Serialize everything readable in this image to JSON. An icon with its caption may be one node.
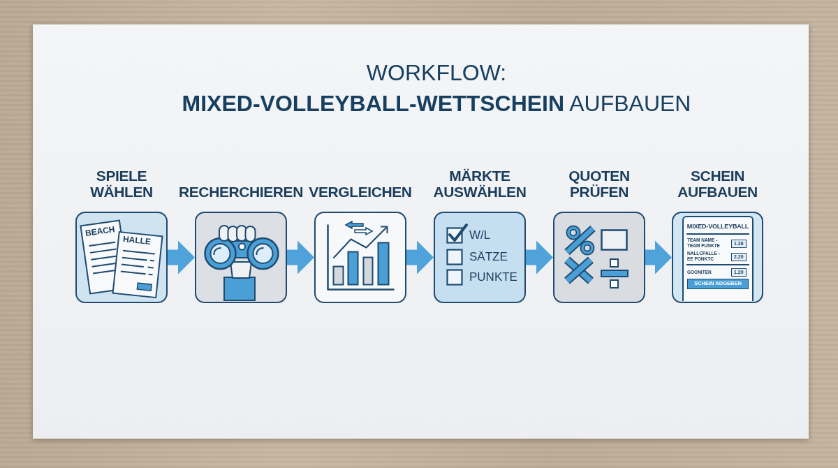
{
  "diagram": {
    "title": "WORKFLOW: **MIXED-VOLLEYBALL-WETTSCHEIN** AUFBAUEN",
    "nodes": [
      {
        "text": [
          "SPIELE WÄHLEN",
          "BEACH",
          "HALLE"
        ]
      },
      {
        "text": [
          "RECHERCHIEREN"
        ]
      },
      {
        "text": [
          "VERGLEICHEN"
        ]
      },
      {
        "text": [
          "MÄRKTE AUSWÄHLEN",
          "W/L",
          "SÄTZE",
          "PUNKTE"
        ]
      },
      {
        "text": [
          "QUOTEN PRÜFEN"
        ]
      },
      {
        "text": [
          "SCHEIN AUFBAUEN"
        ]
      },
      {
        "text": [
          "MIXED-VOLLEYBALL",
          "TEAM NAME - TEAM PUNKTE",
          "1.26",
          "NALLCPALLE - EE PONKTC",
          "2.20",
          "GOONITEN",
          "1.20",
          "SCHEIN ADGEBEN"
        ],
        "in": 5
      }
    ],
    "edges": [
      {
        "from": 0,
        "to": 1,
        "arrow": "to"
      },
      {
        "from": 1,
        "to": 2,
        "arrow": "to"
      },
      {
        "from": 2,
        "to": 3,
        "arrow": "to"
      },
      {
        "from": 3,
        "to": 4,
        "arrow": "to"
      },
      {
        "from": 4,
        "to": 5,
        "arrow": "to"
      }
    ]
  }
}
